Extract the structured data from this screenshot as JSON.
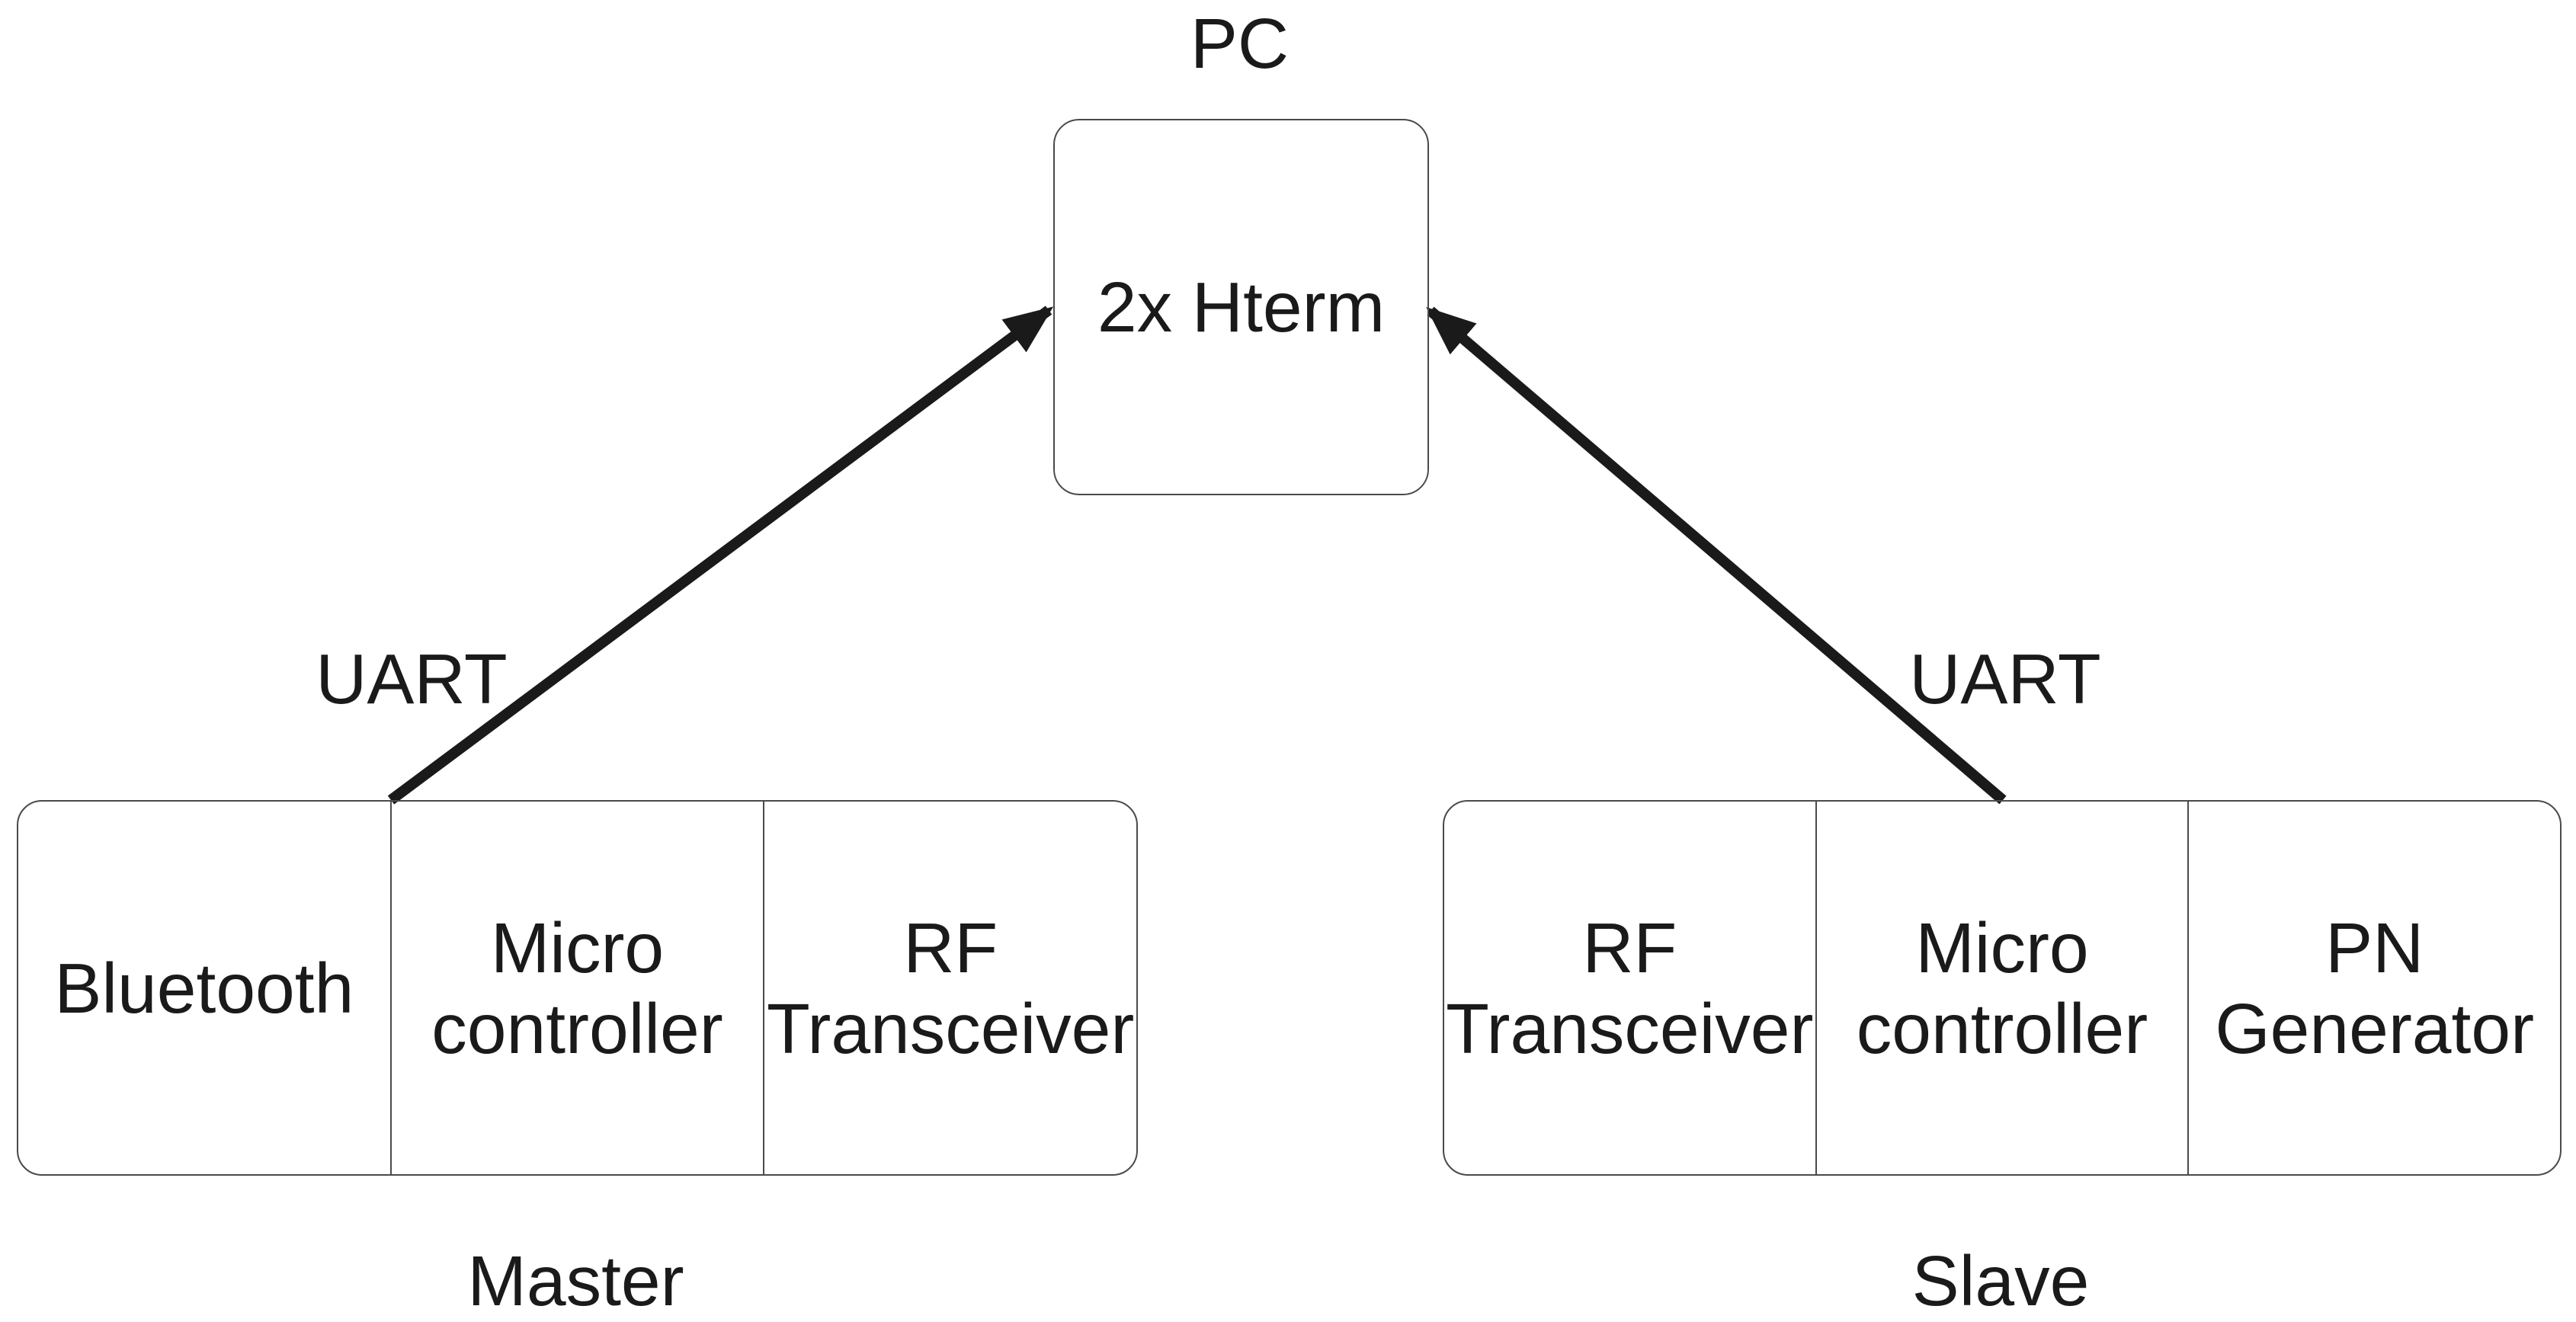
{
  "pc": {
    "label": "PC",
    "box_label": "2x Hterm"
  },
  "master": {
    "uart_label": "UART",
    "caption": "Master",
    "cells": [
      {
        "label": "Bluetooth"
      },
      {
        "label": "Micro\ncontroller"
      },
      {
        "label": "RF\nTransceiver"
      }
    ]
  },
  "slave": {
    "uart_label": "UART",
    "caption": "Slave",
    "cells": [
      {
        "label": "RF\nTransceiver"
      },
      {
        "label": "Micro\ncontroller"
      },
      {
        "label": "PN\nGenerator"
      }
    ]
  },
  "colors": {
    "text": "#1a1a1a",
    "line": "#4a4a4a",
    "arrow": "#1a1a1a",
    "background": "#ffffff"
  }
}
